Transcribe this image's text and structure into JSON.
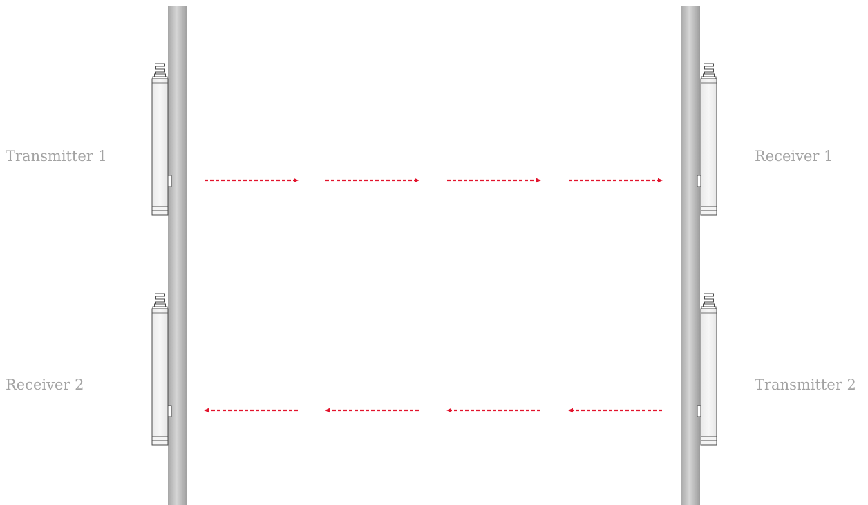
{
  "labels": {
    "transmitter_1": "Transmitter 1",
    "receiver_1": "Receiver 1",
    "receiver_2": "Receiver 2",
    "transmitter_2": "Transmitter 2"
  },
  "beams": {
    "upper_direction": "left-to-right",
    "lower_direction": "right-to-left",
    "arrows_per_beam": 4
  },
  "colors": {
    "beam": "#e2142d",
    "label": "#a3a3a3",
    "pole_light": "#d4d4d4",
    "pole_dark": "#9a9a9a",
    "device_body": "#f2f2f2",
    "device_outline": "#4a4a4a"
  }
}
